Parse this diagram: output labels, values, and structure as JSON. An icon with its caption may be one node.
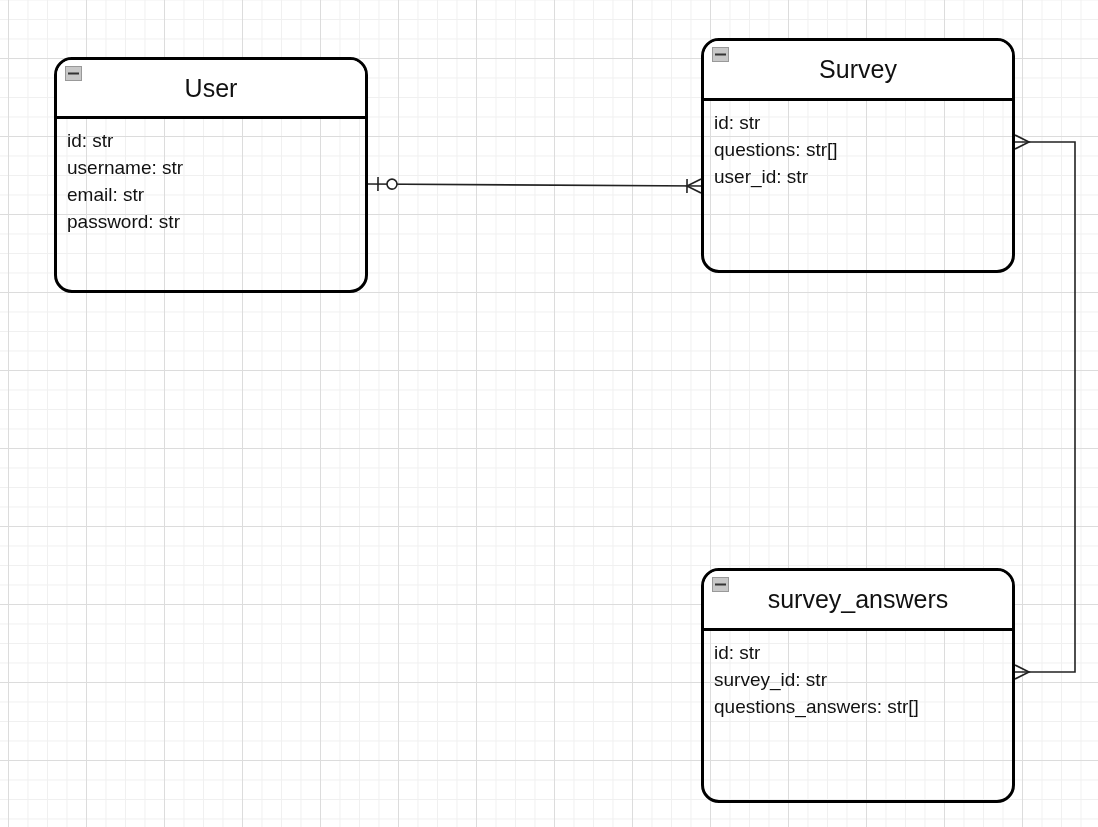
{
  "diagram": {
    "nodes": [
      {
        "text": [
          "User",
          "id: str",
          "username: str",
          "email: str",
          "password: str"
        ]
      },
      {
        "text": [
          "Survey",
          "id: str",
          "questions: str[]",
          "user_id: str"
        ]
      },
      {
        "text": [
          "survey_answers",
          "id: str",
          "survey_id: str",
          "questions_answers: str[]"
        ]
      }
    ],
    "edges": [
      {
        "from": 0,
        "to": 1,
        "arrow": "other"
      },
      {
        "from": 1,
        "to": 2,
        "arrow": "other"
      }
    ]
  }
}
